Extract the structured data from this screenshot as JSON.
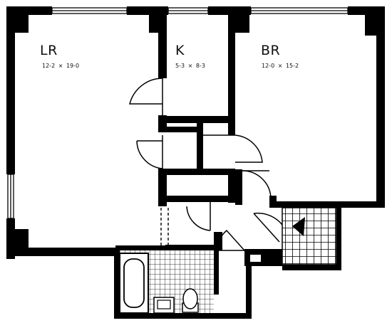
{
  "rooms": {
    "living_room": {
      "label": "LR",
      "dimensions": "12-2 × 19-0"
    },
    "kitchen": {
      "label": "K",
      "dimensions": "5-3 × 8-3"
    },
    "bedroom": {
      "label": "BR",
      "dimensions": "12-0 × 15-2"
    }
  },
  "colors": {
    "wall": "#000000",
    "floor": "#ffffff"
  }
}
